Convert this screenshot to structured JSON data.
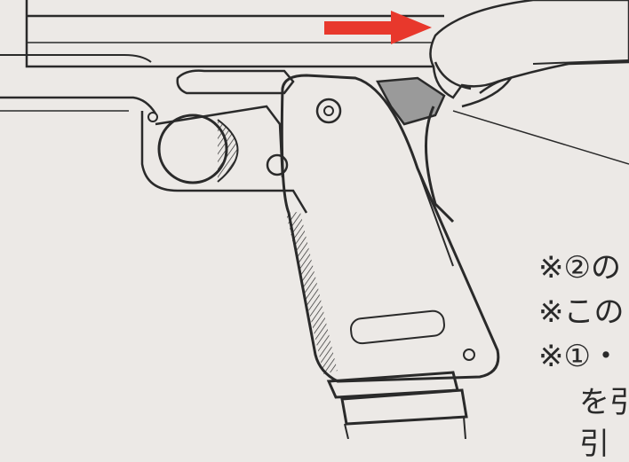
{
  "notes": [
    "※②の",
    "※この",
    "※①・",
    "を引",
    "引"
  ],
  "colors": {
    "paper": "#ece9e6",
    "ink": "#2a2a2a",
    "arrow": "#e8382c",
    "shade": "#9a9a9a"
  },
  "icons": {
    "direction_arrow": "red-right-arrow-icon",
    "hand": "hand-illustration",
    "pistol": "pistol-illustration"
  }
}
